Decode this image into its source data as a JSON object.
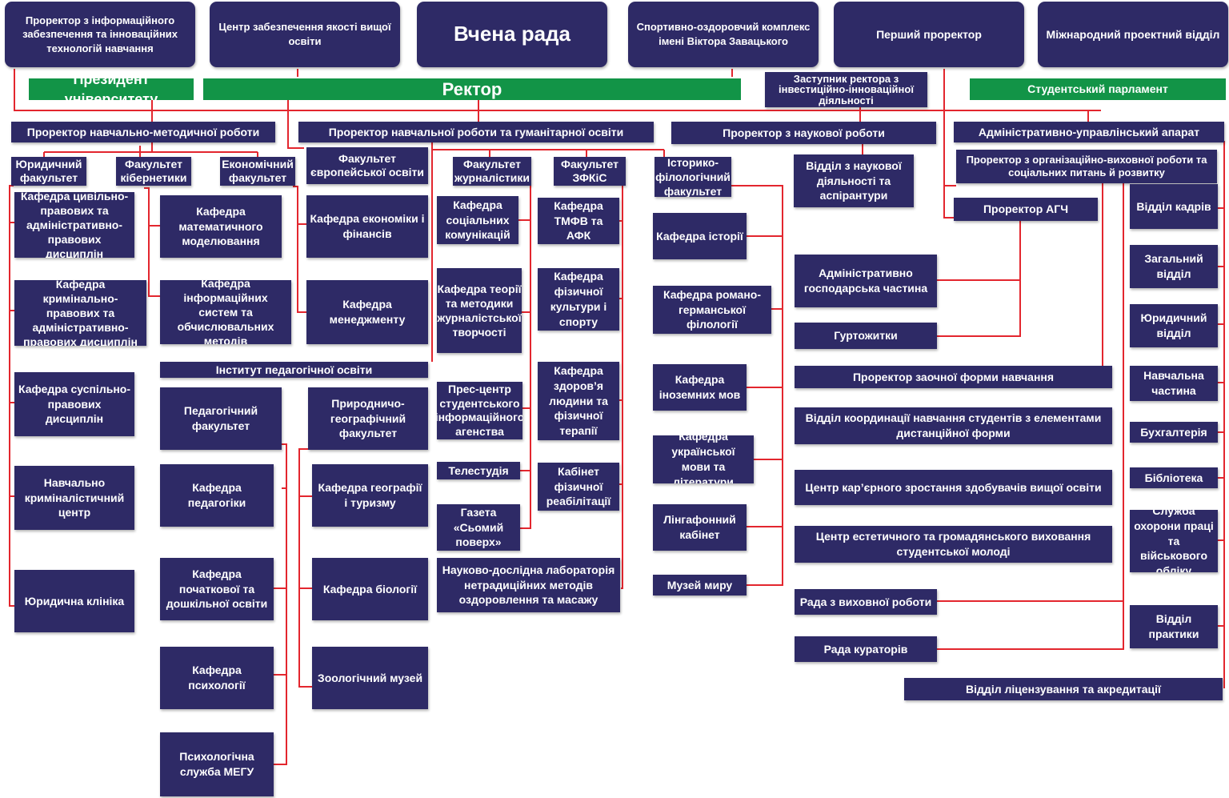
{
  "boxes": {
    "pro_info": "Проректор з інформаційного забезпечення та інноваційних технологій навчання",
    "center_quality": "Центр забезпечення якості вищої освіти",
    "academic_council": "Вчена рада",
    "sport_complex": "Спортивно-оздоровчий комплекс імені Віктора Завацького",
    "first_prorector": "Перший проректор",
    "intl_dept": "Міжнародний проектний відділ",
    "president": "Президент університету",
    "rector": "Ректор",
    "deputy_invest": "Заступник ректора з інвестиційно-інноваційної діяльності",
    "student_parliament": "Студентський парламент",
    "pro_method": "Проректор навчально-методичної роботи",
    "pro_humanit": "Проректор навчальної роботи та гуманітарної освіти",
    "pro_science": "Проректор з наукової роботи",
    "admin_apparatus": "Адміністративно-управлінський апарат",
    "fac_law": "Юридичний факультет",
    "fac_cyber": "Факультет кібернетики",
    "fac_econ": "Економічний факультет",
    "fac_europe": "Факультет європейської освіти",
    "fac_journ": "Факультет журналістики",
    "fac_zfkis": "Факультет ЗФКіС",
    "fac_histphil": "Історико-філологічний факультет",
    "dept_science": "Відділ з наукової діяльності та аспірантури",
    "pro_org": "Проректор з організаційно-виховної роботи та соціальних питань й розвитку",
    "pro_agch": "Проректор АГЧ",
    "k_civil": "Кафедра цивільно-правових та адміністративно-правових дисциплін",
    "k_criminal": "Кафедра кримінально-правових та адміністративно-правових дисциплін",
    "k_social_law": "Кафедра суспільно-правових дисциплін",
    "crim_center": "Навчально криміналістичний центр",
    "law_clinic": "Юридична клініка",
    "k_math": "Кафедра математичного моделювання",
    "k_infosys": "Кафедра інформаційних систем та обчислювальних методів",
    "k_econfin": "Кафедра економіки і фінансів",
    "k_mgmt": "Кафедра менеджменту",
    "inst_ped": "Інститут педагогічної освіти",
    "fac_ped": "Педагогічний факультет",
    "fac_natgeo": "Природничо-географічний факультет",
    "k_ped": "Кафедра педагогіки",
    "k_geo": "Кафедра географії і туризму",
    "k_primary": "Кафедра початкової та дошкільної освіти",
    "k_bio": "Кафедра біології",
    "k_psych": "Кафедра психології",
    "zoo_museum": "Зоологічний музей",
    "psych_service": "Психологічна служба МЕГУ",
    "k_soccom": "Кафедра соціальних комунікацій",
    "k_journtheory": "Кафедра теорії та методики журналістської творчості",
    "press_center": "Прес-центр студентського інформаційного агенства",
    "tv_studio": "Телестудія",
    "newspaper": "Газета «Сьомий поверх»",
    "k_tmfv": "Кафедра ТМФВ та АФК",
    "k_physcult": "Кафедра фізичної культури і спорту",
    "k_health": "Кафедра здоров’я людини та фізичної терапії",
    "cab_rehab": "Кабінет фізичної реабілітації",
    "research_lab": "Науково-дослідна лабораторія нетрадиційних методів оздоровлення та масажу",
    "k_history": "Кафедра історії",
    "k_romgerm": "Кафедра романо-германської філології",
    "k_foreign": "Кафедра іноземних мов",
    "k_ukr": "Кафедра української мови та літератури",
    "ling_cab": "Лінгафонний кабінет",
    "peace_museum": "Музей миру",
    "admin_econ": "Адміністративно господарська частина",
    "dormitories": "Гуртожитки",
    "pro_distance": "Проректор заочної форми навчання",
    "dept_distance": "Відділ координації навчання студентів з елементами дистанційної форми",
    "career_center": "Центр кар’єрного зростання здобувачів вищої освіти",
    "aesthetic_center": "Центр естетичного та громадянського виховання студентської молоді",
    "edu_council": "Рада з виховної роботи",
    "curators_council": "Рада кураторів",
    "hr": "Відділ кадрів",
    "general_dept": "Загальний відділ",
    "legal_dept": "Юридичний відділ",
    "edu_part": "Навчальна частина",
    "accounting": "Бухгалтерія",
    "library": "Бібліотека",
    "labor_service": "Служба охорони праці та військового обліку",
    "practice_dept": "Відділ практики",
    "licensing_dept": "Відділ ліцензування та акредитації"
  },
  "colors": {
    "box": "#2e2a66",
    "highlight": "#129447",
    "connector": "#e3262e",
    "text": "#ffffff"
  }
}
